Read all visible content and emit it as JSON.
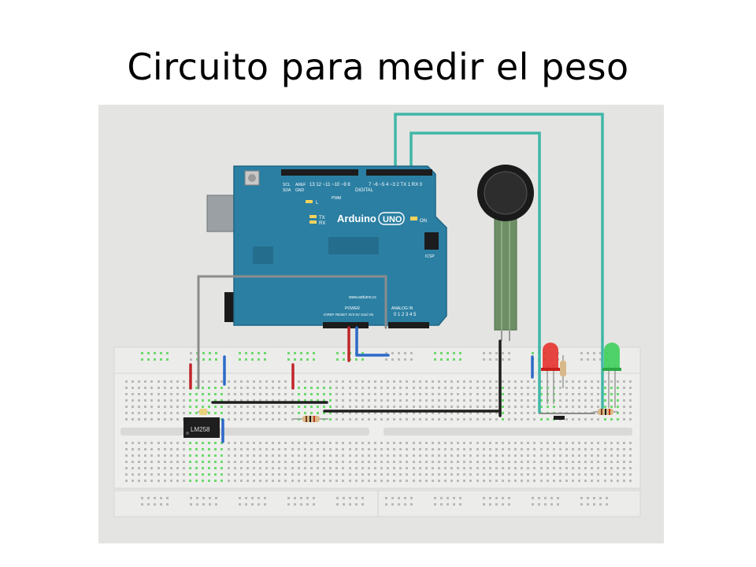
{
  "slide": {
    "title": "Circuito para medir el peso"
  },
  "board": {
    "brand": "Arduino",
    "model": "UNO",
    "url": "www.arduino.cc",
    "on_label": "ON",
    "l_label": "L",
    "tx_label": "TX",
    "rx_label": "RX",
    "icsp_label": "ICSP",
    "digital_label": "DIGITAL",
    "pwm_label": "PWM",
    "power_label": "POWER",
    "analog_label": "ANALOG IN",
    "aref_label": "AREF",
    "gnd_label": "GND",
    "scl_label": "SCL",
    "sda_label": "SDA",
    "power_pins": "IOREF  RESET  3V3  5V  Gnd  Vin",
    "analog_pins": "0 1 2 3 4 5",
    "digital_pins_left": "13 12 ~11 ~10 ~9 8",
    "digital_pins_right": "7 ~6 ~5 4 ~3 2 TX 1 RX 0"
  },
  "chip": {
    "label": "LM258"
  },
  "colors": {
    "background": "#e4e4e2",
    "breadboard": "#e9e9e7",
    "arduino": "#2b7fa3",
    "wire_teal": "#3fb7a7",
    "wire_red": "#c0262b",
    "wire_blue": "#2d69c9",
    "wire_black": "#1e1e1e",
    "wire_gray": "#8c8c8c",
    "hole_green": "#6fd96f",
    "led_red": "#e6332f",
    "led_green": "#3ecf5b"
  }
}
